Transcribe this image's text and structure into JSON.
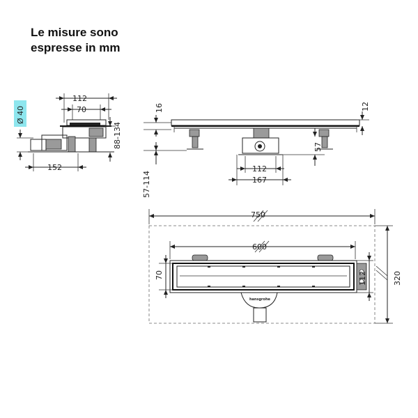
{
  "note": {
    "line1": "Le misure sono",
    "line2": "espresse in mm"
  },
  "side_view": {
    "dim_top": "112",
    "dim_inner": "70",
    "dim_bottom": "152",
    "dim_height": "88-134",
    "dim_pipe": "Ø 40"
  },
  "front_view": {
    "dim_16": "16",
    "dim_12": "12",
    "dim_57": "57",
    "dim_112": "112",
    "dim_167": "167",
    "dim_height": "57-114"
  },
  "top_view": {
    "dim_750": "750",
    "dim_600": "600",
    "dim_70": "70",
    "dim_112": "112",
    "dim_320": "320",
    "brand": "hansgrohe"
  },
  "colors": {
    "highlight": "#8ee6ee",
    "line": "#222222"
  }
}
